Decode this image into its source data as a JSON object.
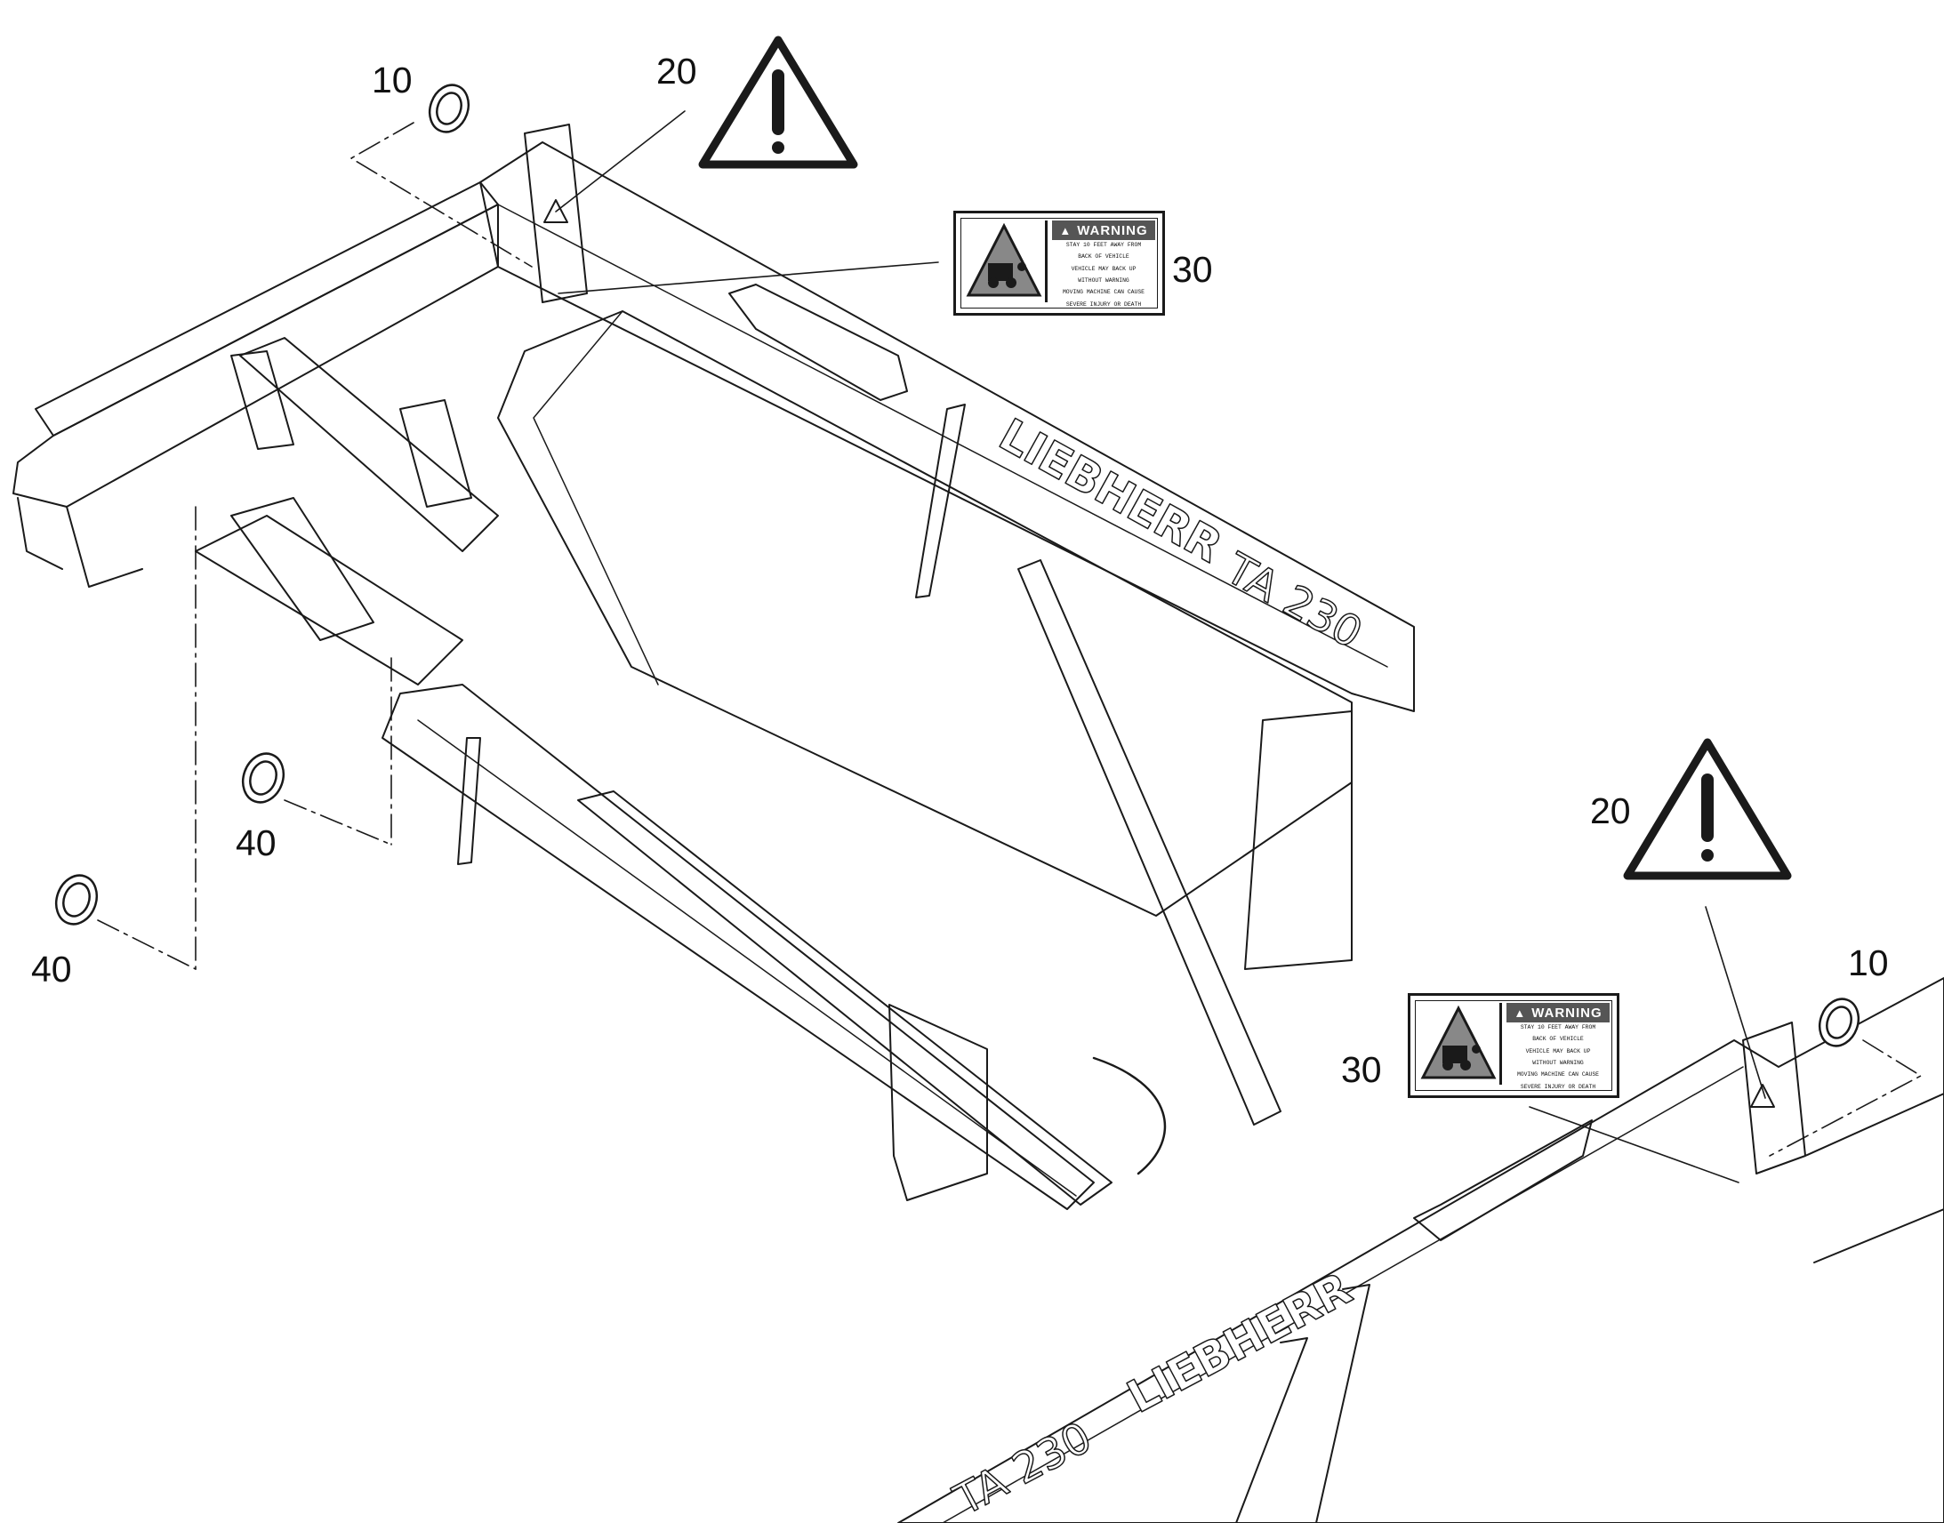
{
  "callouts": {
    "item_10_top": "10",
    "item_20_top": "20",
    "item_30_top": "30",
    "item_40_mid": "40",
    "item_40_low": "40",
    "item_10_right": "10",
    "item_20_right": "20",
    "item_30_right": "30"
  },
  "decal": {
    "header": "WARNING",
    "lines": [
      "STAY 10 FEET AWAY FROM",
      "BACK OF VEHICLE",
      "VEHICLE MAY BACK UP",
      "WITHOUT WARNING",
      "MOVING MACHINE CAN CAUSE",
      "SEVERE INJURY OR DEATH"
    ]
  },
  "branding": {
    "logo": "LIEBHERR",
    "model": "TA 230"
  },
  "colors": {
    "line": "#1a1a1a",
    "panel_fill": "#ffffff",
    "decal_header": "#555555"
  },
  "icons": {
    "warning_sign": "warning-triangle-icon",
    "cap": "mesh-cap-icon"
  }
}
